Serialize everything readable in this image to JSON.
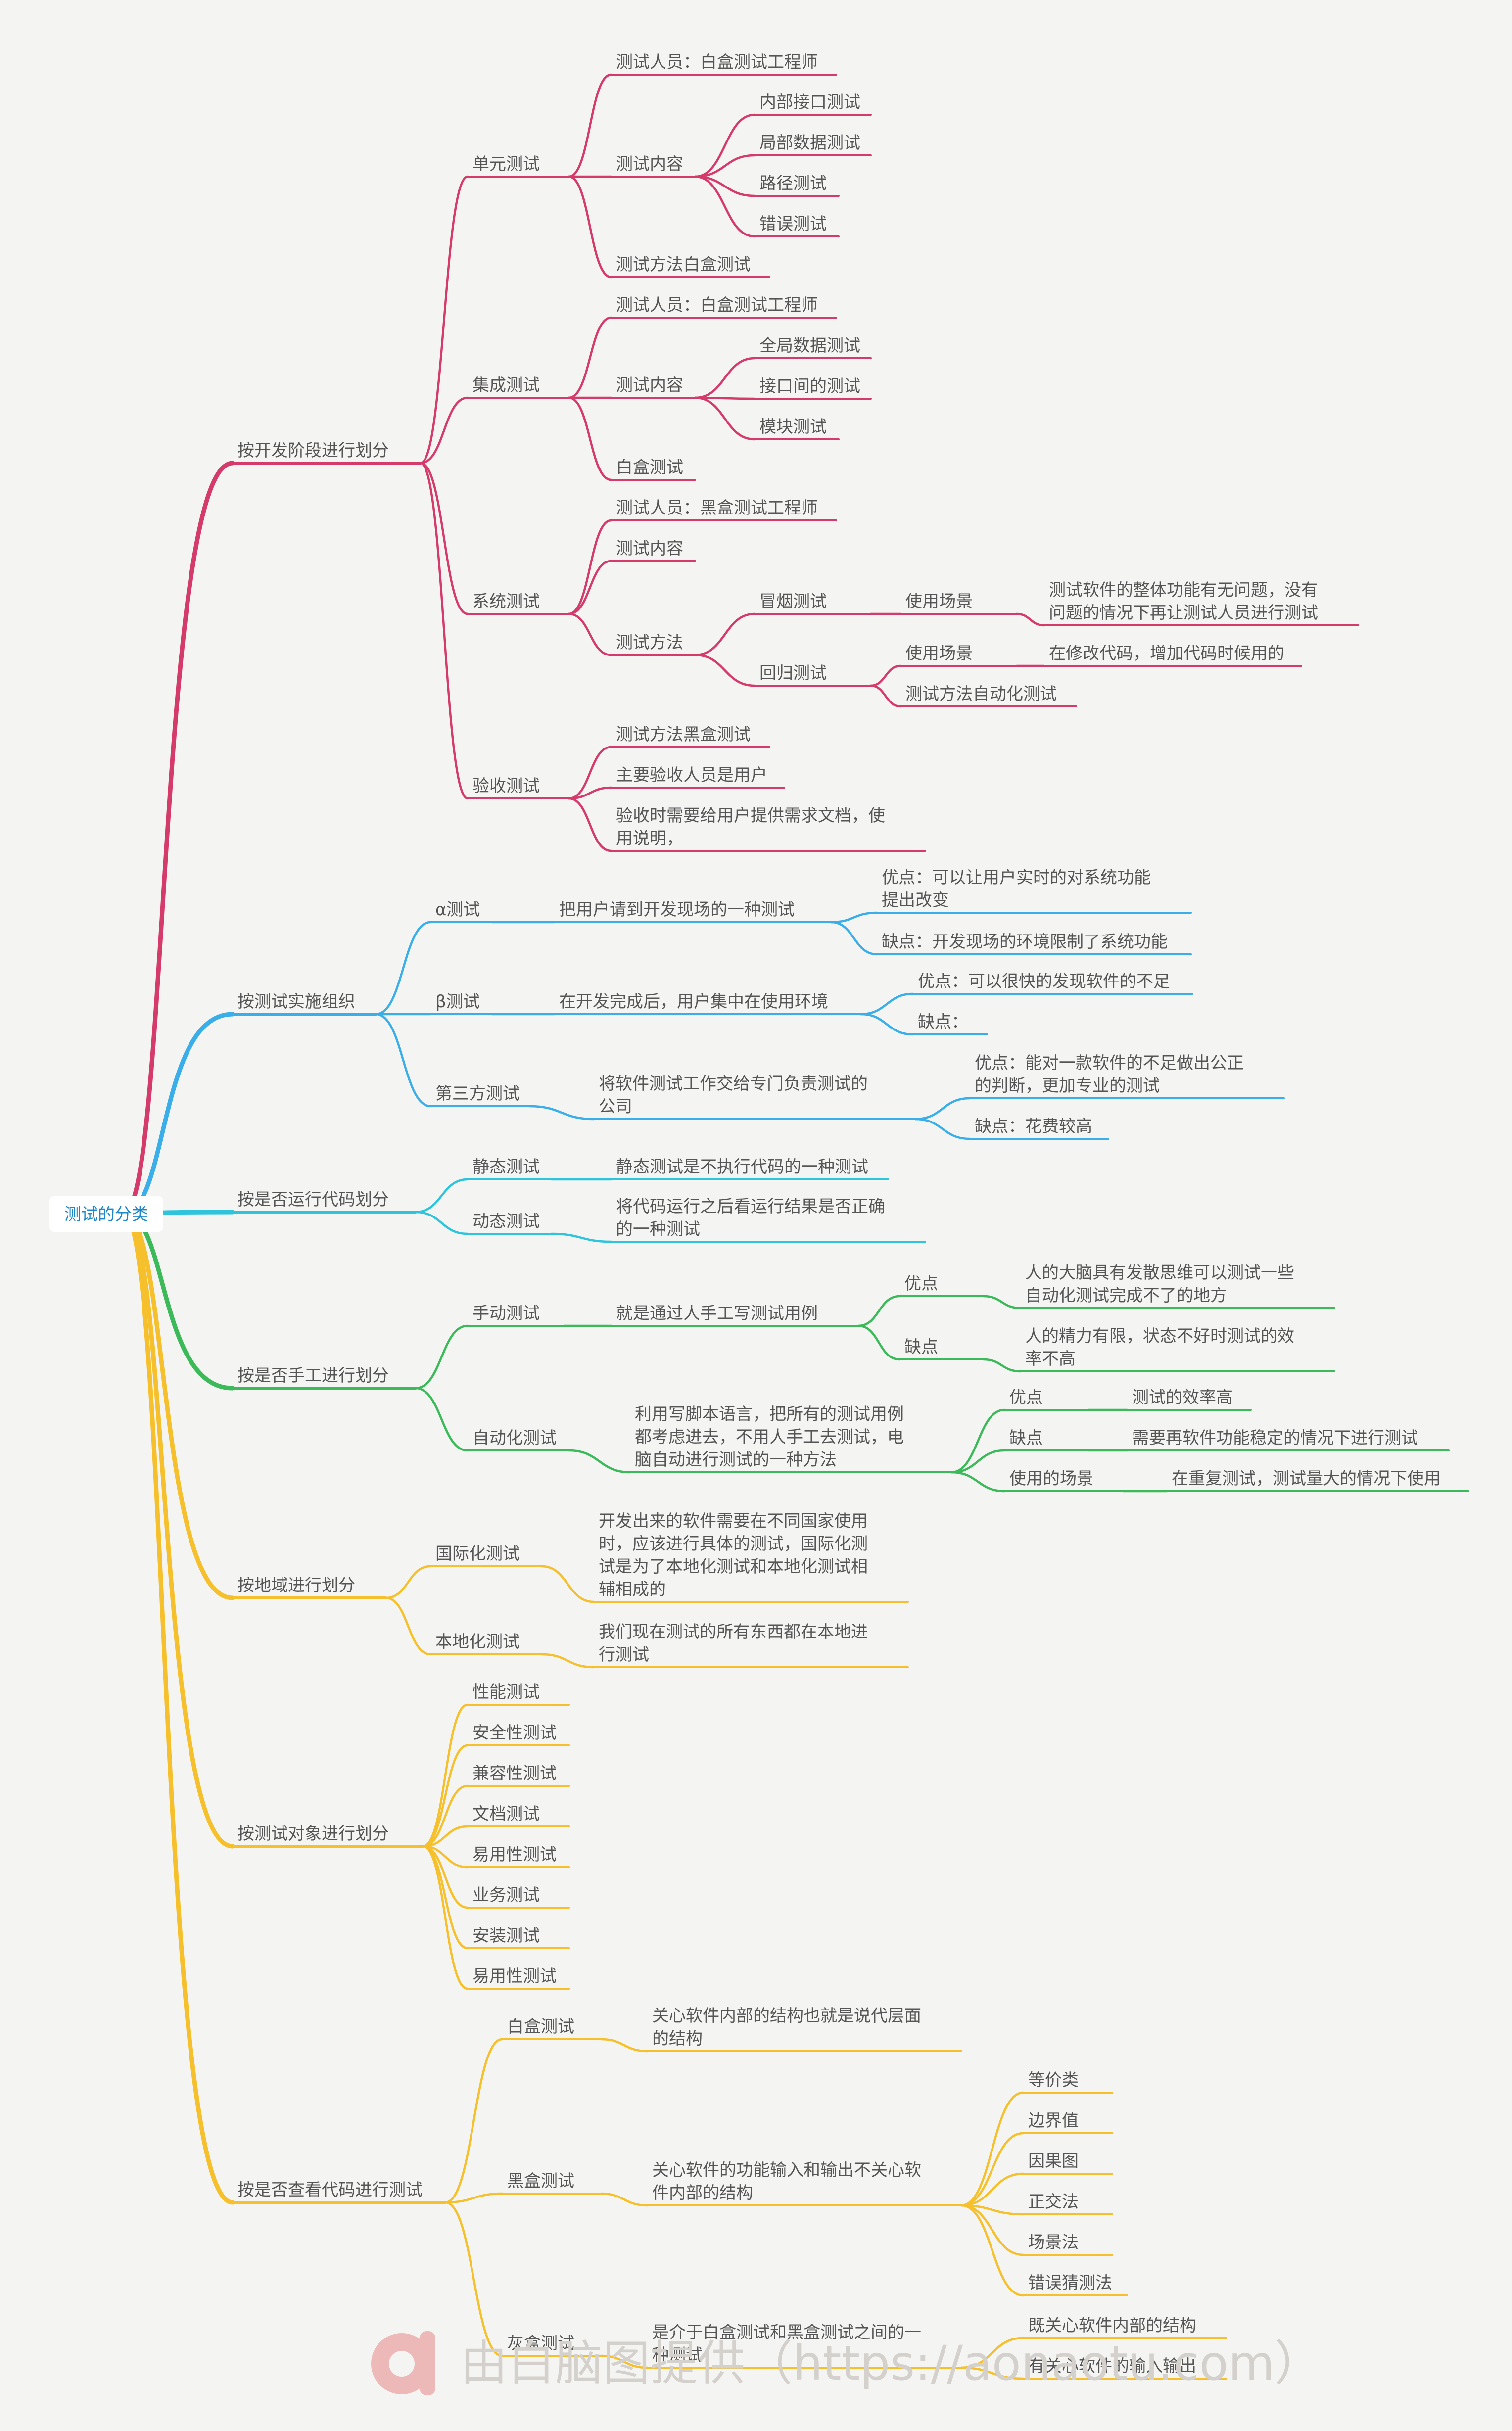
{
  "root": {
    "label": "测试的分类",
    "children": [
      {
        "label": "按开发阶段进行划分",
        "color": "#d43a6a",
        "children": [
          {
            "label": "单元测试",
            "children": [
              {
                "label": "测试人员：白盒测试工程师"
              },
              {
                "label": "测试内容",
                "children": [
                  {
                    "label": "内部接口测试"
                  },
                  {
                    "label": "局部数据测试"
                  },
                  {
                    "label": "路径测试"
                  },
                  {
                    "label": "错误测试"
                  }
                ]
              },
              {
                "label": "测试方法白盒测试"
              }
            ]
          },
          {
            "label": "集成测试",
            "children": [
              {
                "label": "测试人员：白盒测试工程师"
              },
              {
                "label": "测试内容",
                "children": [
                  {
                    "label": "全局数据测试"
                  },
                  {
                    "label": "接口间的测试"
                  },
                  {
                    "label": "模块测试"
                  }
                ]
              },
              {
                "label": "白盒测试"
              }
            ]
          },
          {
            "label": "系统测试",
            "children": [
              {
                "label": "测试人员：黑盒测试工程师"
              },
              {
                "label": "测试内容"
              },
              {
                "label": "测试方法",
                "children": [
                  {
                    "label": "冒烟测试",
                    "children": [
                      {
                        "label": "使用场景",
                        "children": [
                          {
                            "label": "测试软件的整体功能有无问题，没有问题的情况下再让测试人员进行测试"
                          }
                        ]
                      }
                    ]
                  },
                  {
                    "label": "回归测试",
                    "children": [
                      {
                        "label": "使用场景",
                        "children": [
                          {
                            "label": "在修改代码，增加代码时候用的"
                          }
                        ]
                      },
                      {
                        "label": "测试方法自动化测试"
                      }
                    ]
                  }
                ]
              }
            ]
          },
          {
            "label": "验收测试",
            "children": [
              {
                "label": "测试方法黑盒测试"
              },
              {
                "label": "主要验收人员是用户"
              },
              {
                "label": "验收时需要给用户提供需求文档，使用说明，"
              }
            ]
          }
        ]
      },
      {
        "label": "按测试实施组织",
        "color": "#3aaee8",
        "children": [
          {
            "label": "α测试",
            "children": [
              {
                "label": "把用户请到开发现场的一种测试",
                "children": [
                  {
                    "label": "优点：可以让用户实时的对系统功能提出改变"
                  },
                  {
                    "label": "缺点：开发现场的环境限制了系统功能"
                  }
                ]
              }
            ]
          },
          {
            "label": "β测试",
            "children": [
              {
                "label": "在开发完成后，用户集中在使用环境",
                "children": [
                  {
                    "label": "优点：可以很快的发现软件的不足"
                  },
                  {
                    "label": "缺点："
                  }
                ]
              }
            ]
          },
          {
            "label": "第三方测试",
            "children": [
              {
                "label": "将软件测试工作交给专门负责测试的公司",
                "children": [
                  {
                    "label": "优点：能对一款软件的不足做出公正的判断，更加专业的测试"
                  },
                  {
                    "label": "缺点：花费较高"
                  }
                ]
              }
            ]
          }
        ]
      },
      {
        "label": "按是否运行代码划分",
        "color": "#2ec4dc",
        "children": [
          {
            "label": "静态测试",
            "children": [
              {
                "label": "静态测试是不执行代码的一种测试"
              }
            ]
          },
          {
            "label": "动态测试",
            "children": [
              {
                "label": "将代码运行之后看运行结果是否正确的一种测试"
              }
            ]
          }
        ]
      },
      {
        "label": "按是否手工进行划分",
        "color": "#3cba5a",
        "children": [
          {
            "label": "手动测试",
            "children": [
              {
                "label": "就是通过人手工写测试用例",
                "children": [
                  {
                    "label": "优点",
                    "children": [
                      {
                        "label": "人的大脑具有发散思维可以测试一些自动化测试完成不了的地方"
                      }
                    ]
                  },
                  {
                    "label": "缺点",
                    "children": [
                      {
                        "label": "人的精力有限，状态不好时测试的效率不高"
                      }
                    ]
                  }
                ]
              }
            ]
          },
          {
            "label": "自动化测试",
            "children": [
              {
                "label": "利用写脚本语言，把所有的测试用例都考虑进去，不用人手工去测试，电脑自动进行测试的一种方法",
                "children": [
                  {
                    "label": "优点",
                    "children": [
                      {
                        "label": "测试的效率高"
                      }
                    ]
                  },
                  {
                    "label": "缺点",
                    "children": [
                      {
                        "label": "需要再软件功能稳定的情况下进行测试"
                      }
                    ]
                  },
                  {
                    "label": "使用的场景",
                    "children": [
                      {
                        "label": "在重复测试，测试量大的情况下使用"
                      }
                    ]
                  }
                ]
              }
            ]
          }
        ]
      },
      {
        "label": "按地域进行划分",
        "color": "#f5c02c",
        "children": [
          {
            "label": "国际化测试",
            "children": [
              {
                "label": "开发出来的软件需要在不同国家使用时，应该进行具体的测试，国际化测试是为了本地化测试和本地化测试相辅相成的"
              }
            ]
          },
          {
            "label": "本地化测试",
            "children": [
              {
                "label": "我们现在测试的所有东西都在本地进行测试"
              }
            ]
          }
        ]
      },
      {
        "label": "按测试对象进行划分",
        "color": "#f5c02c",
        "children": [
          {
            "label": "性能测试"
          },
          {
            "label": "安全性测试"
          },
          {
            "label": "兼容性测试"
          },
          {
            "label": "文档测试"
          },
          {
            "label": "易用性测试"
          },
          {
            "label": "业务测试"
          },
          {
            "label": "安装测试"
          },
          {
            "label": "易用性测试"
          }
        ]
      },
      {
        "label": "按是否查看代码进行测试",
        "color": "#f5c02c",
        "children": [
          {
            "label": "白盒测试",
            "children": [
              {
                "label": "关心软件内部的结构也就是说代层面的结构"
              }
            ]
          },
          {
            "label": "黑盒测试",
            "children": [
              {
                "label": "关心软件的功能输入和输出不关心软件内部的结构",
                "children": [
                  {
                    "label": "等价类"
                  },
                  {
                    "label": "边界值"
                  },
                  {
                    "label": "因果图"
                  },
                  {
                    "label": "正交法"
                  },
                  {
                    "label": "场景法"
                  },
                  {
                    "label": "错误猜测法"
                  }
                ]
              }
            ]
          },
          {
            "label": "灰盒测试",
            "children": [
              {
                "label": "是介于白盒测试和黑盒测试之间的一种测试",
                "children": [
                  {
                    "label": "既关心软件内部的结构"
                  },
                  {
                    "label": "有关心软件的输入输出"
                  }
                ]
              }
            ]
          }
        ]
      }
    ]
  },
  "watermark": {
    "text": "由白脑图提供（https://aonaotu.com）"
  }
}
